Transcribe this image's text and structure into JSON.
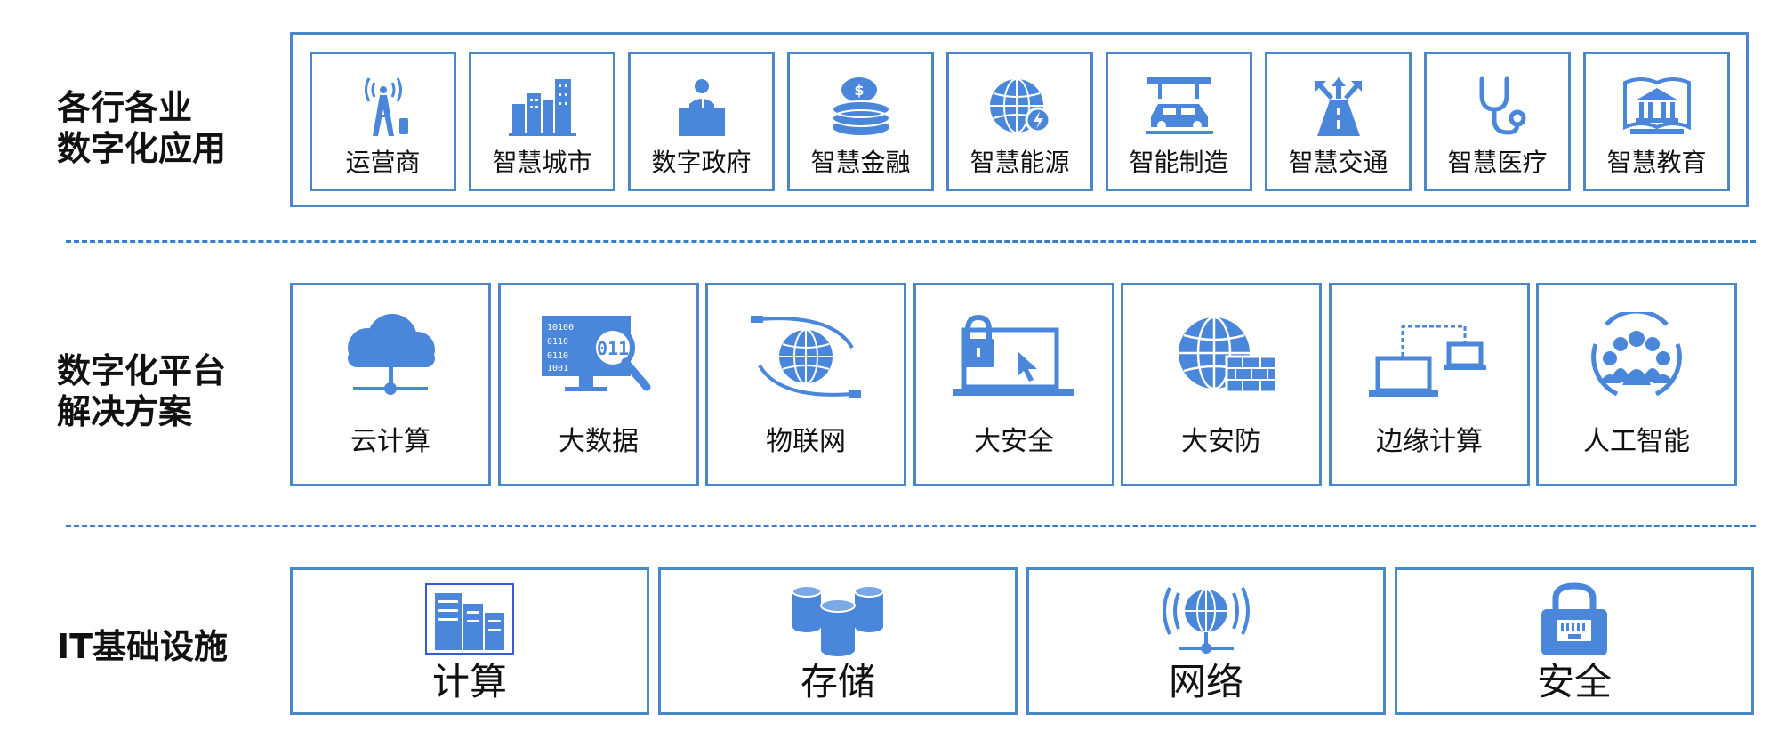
{
  "rows": {
    "apps": {
      "title": "各行各业\n数字化应用",
      "tiles": [
        {
          "label": "运营商",
          "icon": "signal-tower-icon"
        },
        {
          "label": "智慧城市",
          "icon": "city-buildings-icon"
        },
        {
          "label": "数字政府",
          "icon": "government-official-icon"
        },
        {
          "label": "智慧金融",
          "icon": "coin-stack-icon"
        },
        {
          "label": "智慧能源",
          "icon": "globe-energy-icon"
        },
        {
          "label": "智能制造",
          "icon": "car-factory-icon"
        },
        {
          "label": "智慧交通",
          "icon": "road-arrows-icon"
        },
        {
          "label": "智慧医疗",
          "icon": "stethoscope-icon"
        },
        {
          "label": "智慧教育",
          "icon": "book-institution-icon"
        }
      ]
    },
    "platform": {
      "title": "数字化平台\n解决方案",
      "tiles": [
        {
          "label": "云计算",
          "icon": "cloud-network-icon"
        },
        {
          "label": "大数据",
          "icon": "data-magnifier-icon"
        },
        {
          "label": "物联网",
          "icon": "connected-globe-icon"
        },
        {
          "label": "大安全",
          "icon": "lock-laptop-icon"
        },
        {
          "label": "大安防",
          "icon": "globe-firewall-icon"
        },
        {
          "label": "边缘计算",
          "icon": "edge-laptops-icon"
        },
        {
          "label": "人工智能",
          "icon": "people-group-icon"
        }
      ]
    },
    "infra": {
      "title": "IT基础设施",
      "tiles": [
        {
          "label": "计算",
          "icon": "server-rack-icon"
        },
        {
          "label": "存储",
          "icon": "database-cylinders-icon"
        },
        {
          "label": "网络",
          "icon": "globe-broadcast-icon"
        },
        {
          "label": "安全",
          "icon": "padlock-port-icon"
        }
      ]
    }
  },
  "colors": {
    "accent": "#4a88c7",
    "icon": "#4a86d9",
    "label": "#111111"
  }
}
